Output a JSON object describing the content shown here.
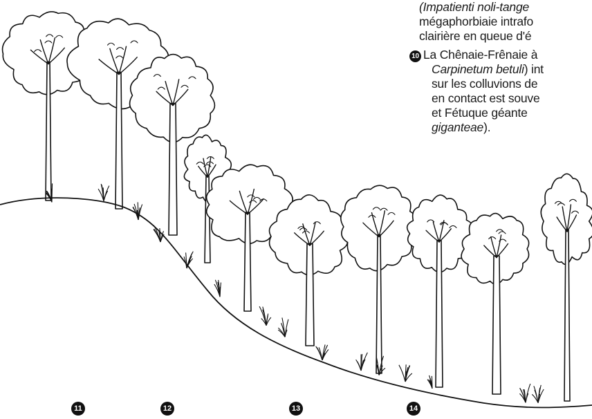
{
  "caption": {
    "prev_line_1_italic": "(Impatienti noli-tange",
    "prev_line_2": "mégaphorbiaie intrafo",
    "prev_line_3": "clairière en queue d'é",
    "item_10_number": "10",
    "item_10_line_1": "La Chênaie-Frênaie à",
    "item_10_line_2_italic": "Carpinetum betuli",
    "item_10_line_2_rest": ") int",
    "item_10_line_3": "sur les colluvions de",
    "item_10_line_4": "en contact est souve",
    "item_10_line_5": "et Fétuque géante",
    "item_10_line_6_italic": "giganteae",
    "item_10_line_6_rest": ")."
  },
  "zone_markers": [
    "11",
    "12",
    "13",
    "14"
  ],
  "colors": {
    "ink": "#111111",
    "background": "#ffffff"
  }
}
